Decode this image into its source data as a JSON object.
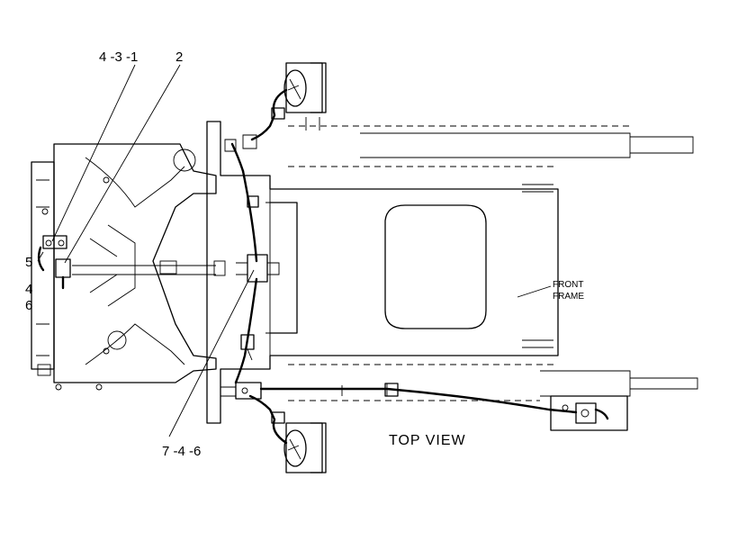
{
  "callouts": {
    "c431": "4 -3 -1",
    "c2": "2",
    "c5": "5",
    "c4": "4",
    "c6": "6",
    "c746": "7 -4 -6"
  },
  "labels": {
    "front": "FRONT",
    "frame": "FRAME",
    "top_view": "TOP  VIEW"
  }
}
